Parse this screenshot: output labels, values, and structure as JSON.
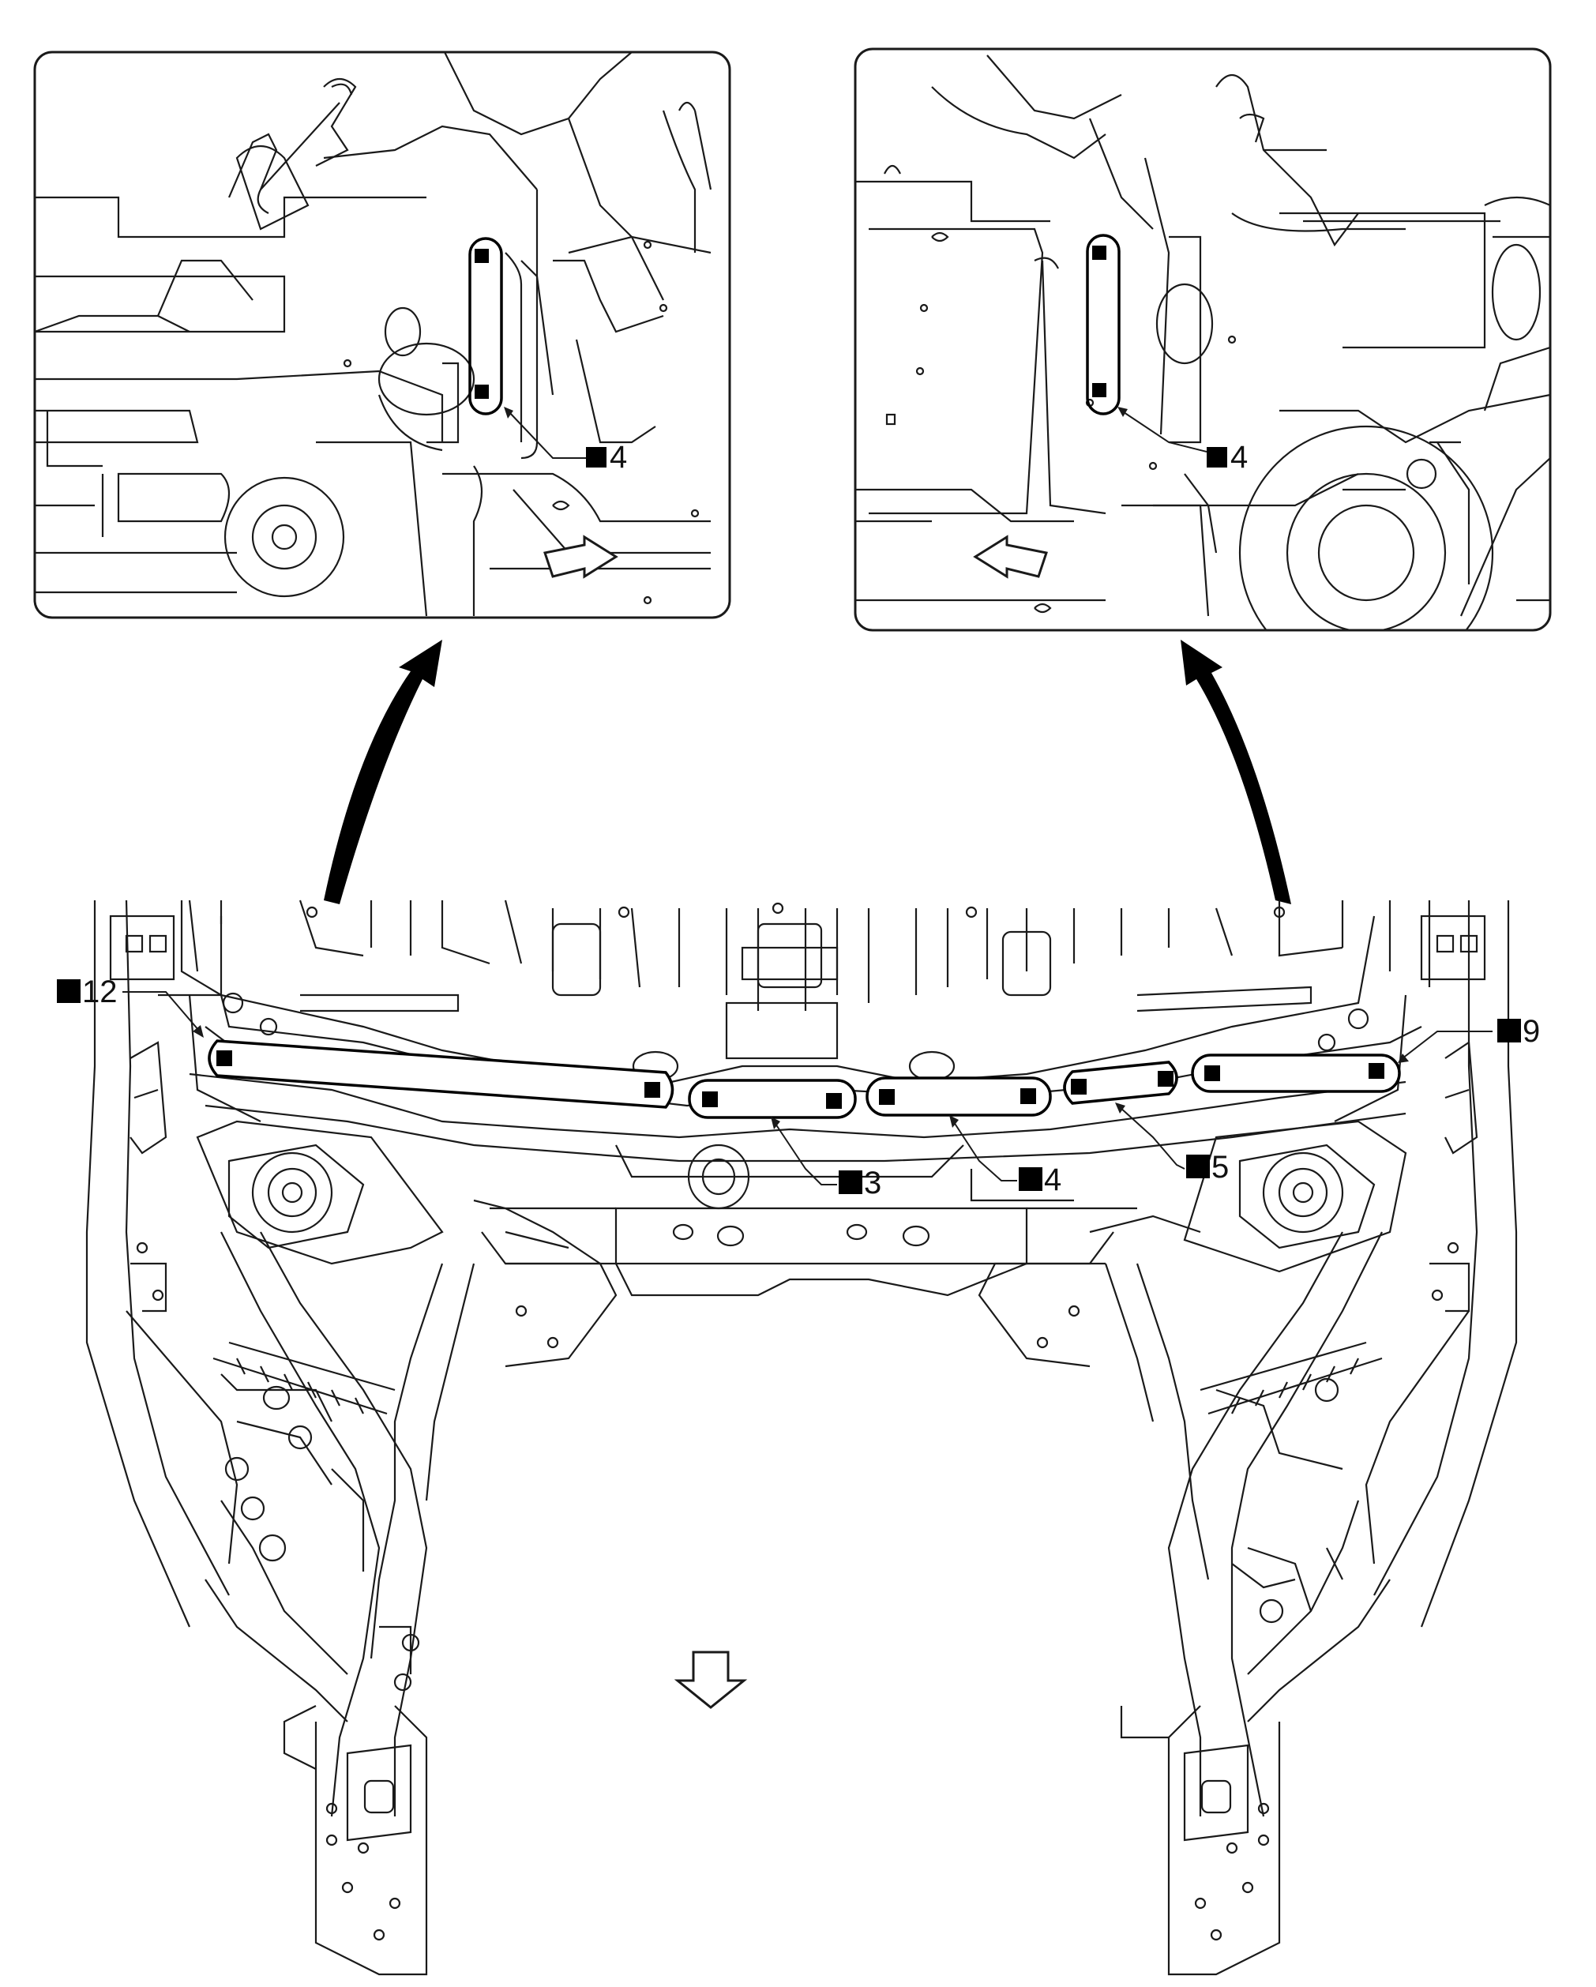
{
  "colors": {
    "line": "#1a1a1a",
    "background": "#ffffff",
    "marker": "#000000"
  },
  "detail_views": {
    "left": {
      "callout": "4"
    },
    "right": {
      "callout": "4"
    }
  },
  "main_view": {
    "callouts": {
      "c12": "12",
      "c3": "3",
      "c4": "4",
      "c5": "5",
      "c9": "9"
    },
    "direction_arrow": "front-direction-arrow-icon"
  }
}
